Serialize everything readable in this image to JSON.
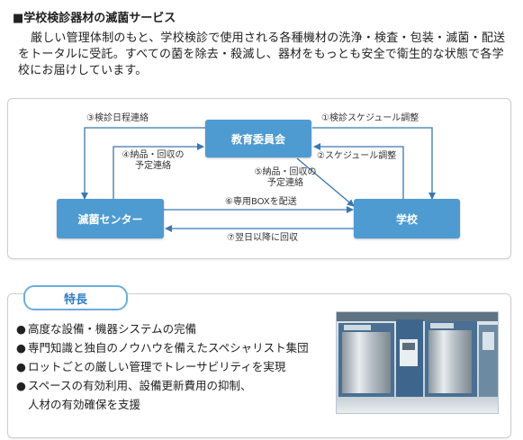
{
  "heading": {
    "marker": "■",
    "title": "学校検診器材の滅菌サービス"
  },
  "intro": "厳しい管理体制のもと、学校検診で使用される各種機材の洗浄・検査・包装・滅菌・配送をトータルに受託。すべての菌を除去・殺滅し、器材をもっとも安全で衛生的な状態で各学校にお届けしています。",
  "diagram": {
    "nodes": {
      "board": "教育委員会",
      "center": "滅菌センター",
      "school": "学校"
    },
    "steps": {
      "s1": "①検診スケジュール調整",
      "s2": "②スケジュール調整",
      "s3": "③検診日程連絡",
      "s4_line1": "④納品・回収の",
      "s4_line2": "予定連絡",
      "s5_line1": "⑤納品・回収の",
      "s5_line2": "予定連絡",
      "s6": "⑥専用BOXを配送",
      "s7": "⑦翌日以降に回収"
    },
    "colors": {
      "node_fill": "#4d9bd1",
      "arrow": "#3a78b0"
    }
  },
  "features": {
    "tab_label": "特長",
    "bullet": "●",
    "items": [
      "高度な設備・機器システムの完備",
      "専門知識と独自のノウハウを備えたスペシャリスト集団",
      "ロットごとの厳しい管理でトレーサビリティを実現"
    ],
    "last_item_line1": "スペースの有効利用、設備更新費用の抑制、",
    "last_item_line2": "人材の有効確保を支援",
    "photo_icon": "sterilizer-equipment-photo"
  }
}
